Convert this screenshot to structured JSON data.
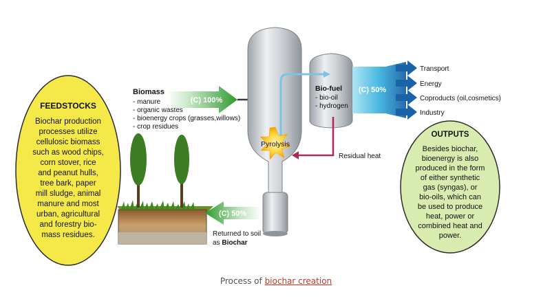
{
  "feedstocks": {
    "title": "FEEDSTOCKS",
    "lines": [
      "Biochar production",
      "processes utilize",
      "cellulosic biomass",
      "such as wood chips,",
      "corn stover, rice",
      "and peanut hulls,",
      "tree bark, paper",
      "mill sludge, animal",
      "manure and most",
      "urban, agricultural",
      "and forestry bio-",
      "mass residues."
    ]
  },
  "biomass": {
    "title": "Biomass",
    "items": [
      "- manure",
      "- organic wastes",
      "- bioenergy crops (grasses,willows)",
      "- crop residues"
    ],
    "arrow_label": "(C) 100%"
  },
  "pyrolysis_label": "Pyrolysis",
  "biofuel": {
    "title": "Bio-fuel",
    "items": [
      "- bio-oil",
      "- hydrogen"
    ],
    "arrow_label": "(C) 50%"
  },
  "residual_heat": "Residual heat",
  "biochar_return": {
    "arrow_label": "(C) 50%",
    "line1": "Returned to soil",
    "line2_prefix": "as ",
    "line2_bold": "Biochar"
  },
  "uses": [
    "Transport",
    "Energy",
    "Coproducts (oil,cosmetics)",
    "Industry"
  ],
  "outputs": {
    "title": "OUTPUTS",
    "lines": [
      "Besides biochar,",
      "bioenergy is also",
      "produced in the form",
      "of either synthetic",
      "gas (syngas), or",
      "bio-oils,  which can",
      "be used to produce",
      "heat, power or",
      "combined heat and",
      "power."
    ]
  },
  "caption": {
    "prefix": "Process of ",
    "link": "biochar creation"
  },
  "colors": {
    "yellow_ellipse": "#f5e94a",
    "green_ellipse": "#d9ecb0",
    "green_arrow": "#3aa13a",
    "blue_arrow": "#1f78b4",
    "residual_heat": "#b0285a",
    "vessel": "#c9ccd1"
  }
}
